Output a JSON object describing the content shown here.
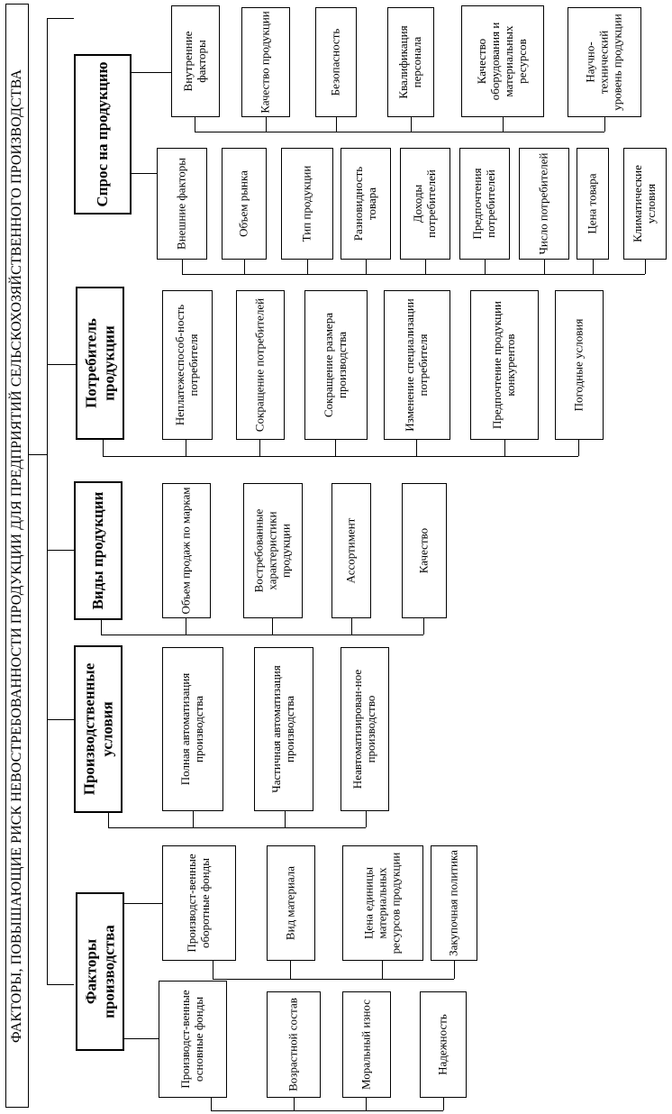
{
  "title": "ФАКТОРЫ, ПОВЫШАЮЩИЕ РИСК НЕВОСТРЕБОВАННОСТИ ПРОДУКЦИИ ДЛЯ ПРЕДПРИЯТИЙ СЕЛЬСКОХОЗЯЙСТВЕННОГО ПРОИЗВОДСТВА",
  "categories": {
    "factors": "Факторы производства",
    "conditions": "Производственные условия",
    "types": "Виды продукции",
    "consumer": "Потребитель продукции",
    "demand": "Спрос на продукцию"
  },
  "items": {
    "factors_fixed": [
      "Производст-венные основные фонды",
      "Возрастной состав",
      "Моральный износ",
      "Надежность"
    ],
    "factors_working": [
      "Производст-венные оборотные фонды",
      "Вид материала",
      "Цена единицы материальных ресурсов продукции",
      "Закупочная политика"
    ],
    "conditions": [
      "Полная автоматизация производства",
      "Частичная автоматизация производства",
      "Неавтоматизирован-ное производство"
    ],
    "types": [
      "Объем продаж по маркам",
      "Востребованные характеристики продукции",
      "Ассортимент",
      "Качество"
    ],
    "consumer": [
      "Неплатежеспособ-ность потребителя",
      "Сокращение потребителей",
      "Сокращение размера производства",
      "Изменение специализации потребителя",
      "Предпочтение продукции конкурентов",
      "Погодные условия"
    ],
    "demand_external": [
      "Внешние факторы",
      "Объем рынка",
      "Тип продукции",
      "Разновидность товара",
      "Доходы потребителей",
      "Предпочтения потребителей",
      "Число потребителей",
      "Цена товара",
      "Климатические условия"
    ],
    "demand_internal": [
      "Внутренние факторы",
      "Качество продукции",
      "Безопасность",
      "Квалификация персонала",
      "Качество оборудования и материальных ресурсов",
      "Научно-технический уровень продукции"
    ]
  }
}
